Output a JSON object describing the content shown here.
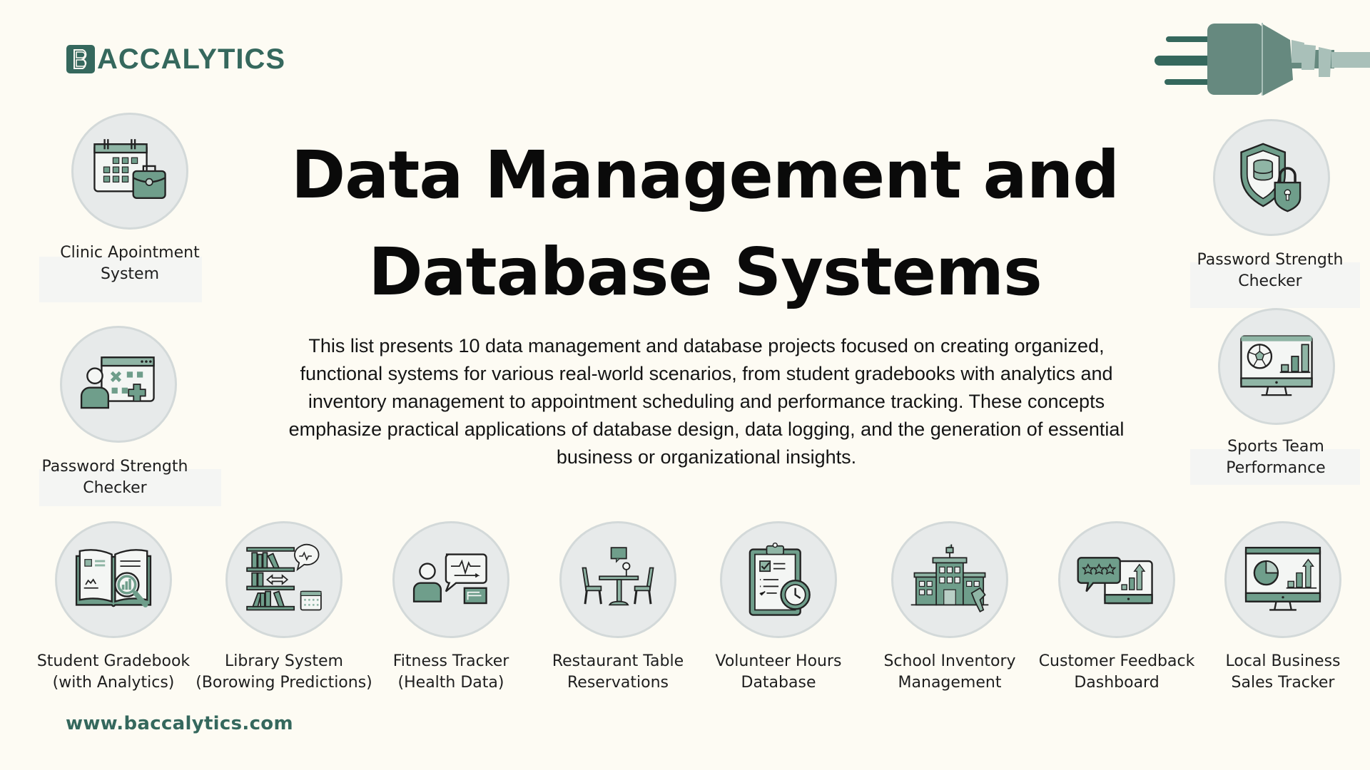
{
  "brand": {
    "logo_letter": "B",
    "name": "ACCALYTICS",
    "url": "www.baccalytics.com",
    "accent_color": "#35685d",
    "light_accent": "#6f9e8b",
    "background": "#fdfbf3"
  },
  "header": {
    "title_line1": "Data Management and",
    "title_line2": "Database Systems",
    "description": "This list presents 10 data management and database projects focused on creating organized, functional systems for various real-world scenarios, from student gradebooks with analytics and inventory management to appointment scheduling and performance tracking. These concepts emphasize practical applications of database design, data logging, and the generation of essential business or organizational insights."
  },
  "side_projects": [
    {
      "line1": "Clinic Apointment",
      "line2": "System",
      "icon": "calendar-briefcase-icon"
    },
    {
      "line1": "Password Strength",
      "line2": "Checker",
      "icon": "user-browser-medical-icon"
    },
    {
      "line1": "Password Strength",
      "line2": "Checker",
      "icon": "shield-database-lock-icon"
    },
    {
      "line1": "Sports Team",
      "line2": "Performance",
      "icon": "monitor-soccer-chart-icon"
    }
  ],
  "bottom_projects": [
    {
      "line1": "Student Gradebook",
      "line2": "(with Analytics)",
      "icon": "book-magnifier-chart-icon"
    },
    {
      "line1": "Library System",
      "line2": "(Borowing Predictions)",
      "icon": "bookshelf-calendar-icon"
    },
    {
      "line1": "Fitness Tracker",
      "line2": "(Health Data)",
      "icon": "user-heartbeat-icon"
    },
    {
      "line1": "Restaurant Table",
      "line2": "Reservations",
      "icon": "table-chairs-icon"
    },
    {
      "line1": "Volunteer Hours",
      "line2": "Database",
      "icon": "clipboard-clock-icon"
    },
    {
      "line1": "School Inventory",
      "line2": "Management",
      "icon": "school-building-icon"
    },
    {
      "line1": "Customer Feedback",
      "line2": "Dashboard",
      "icon": "rating-tablet-chart-icon"
    },
    {
      "line1": "Local Business",
      "line2": "Sales Tracker",
      "icon": "monitor-pie-chart-icon"
    }
  ]
}
